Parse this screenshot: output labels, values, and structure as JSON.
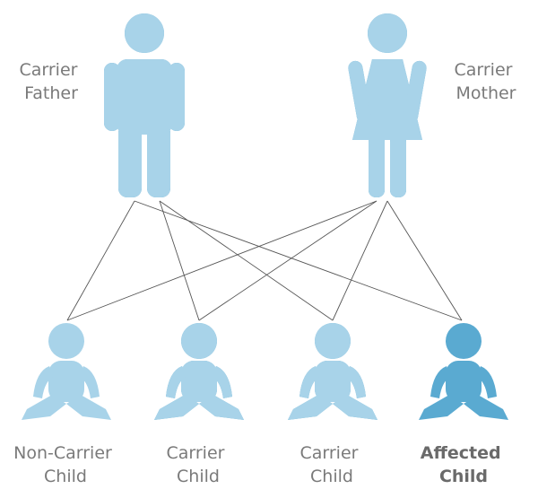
{
  "colors": {
    "light": "#a8d3e9",
    "dark": "#5aaad1",
    "line": "#555555",
    "text": "#7a7a7a"
  },
  "parents": {
    "father": {
      "label_line1": "Carrier",
      "label_line2": "Father",
      "gene": "carrier"
    },
    "mother": {
      "label_line1": "Carrier",
      "label_line2": "Mother",
      "gene": "carrier"
    }
  },
  "children": [
    {
      "label_line1": "Non-Carrier",
      "label_line2": "Child",
      "gene": "non-carrier",
      "bold": false
    },
    {
      "label_line1": "Carrier",
      "label_line2": "Child",
      "gene": "carrier",
      "bold": false
    },
    {
      "label_line1": "Carrier",
      "label_line2": "Child",
      "gene": "carrier",
      "bold": false
    },
    {
      "label_line1": "Affected",
      "label_line2": "Child",
      "gene": "affected",
      "bold": true
    }
  ]
}
